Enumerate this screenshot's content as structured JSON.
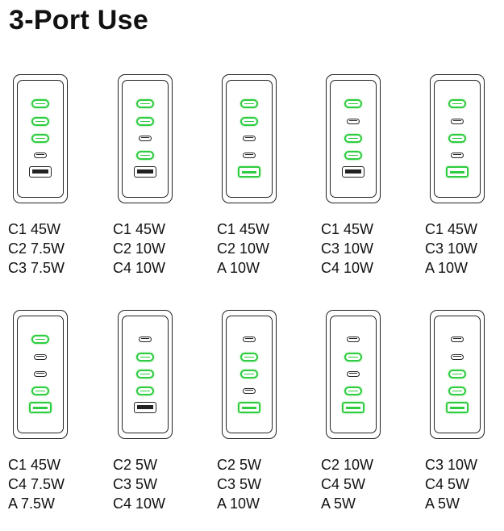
{
  "title": "3-Port Use",
  "active_color": "#2ecc40",
  "configs": [
    {
      "ports": {
        "C1": true,
        "C2": true,
        "C3": true,
        "C4": false,
        "A": false
      },
      "lines": [
        "C1 45W",
        "C2 7.5W",
        "C3 7.5W"
      ]
    },
    {
      "ports": {
        "C1": true,
        "C2": true,
        "C3": false,
        "C4": true,
        "A": false
      },
      "lines": [
        "C1 45W",
        "C2 10W",
        "C4 10W"
      ]
    },
    {
      "ports": {
        "C1": true,
        "C2": true,
        "C3": false,
        "C4": false,
        "A": true
      },
      "lines": [
        "C1 45W",
        "C2 10W",
        "A 10W"
      ]
    },
    {
      "ports": {
        "C1": true,
        "C2": false,
        "C3": true,
        "C4": true,
        "A": false
      },
      "lines": [
        "C1 45W",
        "C3 10W",
        "C4 10W"
      ]
    },
    {
      "ports": {
        "C1": true,
        "C2": false,
        "C3": true,
        "C4": false,
        "A": true
      },
      "lines": [
        "C1 45W",
        "C3 10W",
        "A 10W"
      ]
    },
    {
      "ports": {
        "C1": true,
        "C2": false,
        "C3": false,
        "C4": true,
        "A": true
      },
      "lines": [
        "C1 45W",
        "C4 7.5W",
        "A 7.5W"
      ]
    },
    {
      "ports": {
        "C1": false,
        "C2": true,
        "C3": true,
        "C4": true,
        "A": false
      },
      "lines": [
        "C2 5W",
        "C3 5W",
        "C4 10W"
      ]
    },
    {
      "ports": {
        "C1": false,
        "C2": true,
        "C3": true,
        "C4": false,
        "A": true
      },
      "lines": [
        "C2 5W",
        "C3 5W",
        "A 10W"
      ]
    },
    {
      "ports": {
        "C1": false,
        "C2": true,
        "C3": false,
        "C4": true,
        "A": true
      },
      "lines": [
        "C2 10W",
        "C4 5W",
        "A 5W"
      ]
    },
    {
      "ports": {
        "C1": false,
        "C2": false,
        "C3": true,
        "C4": true,
        "A": true
      },
      "lines": [
        "C3 10W",
        "C4 5W",
        "A 5W"
      ]
    }
  ]
}
